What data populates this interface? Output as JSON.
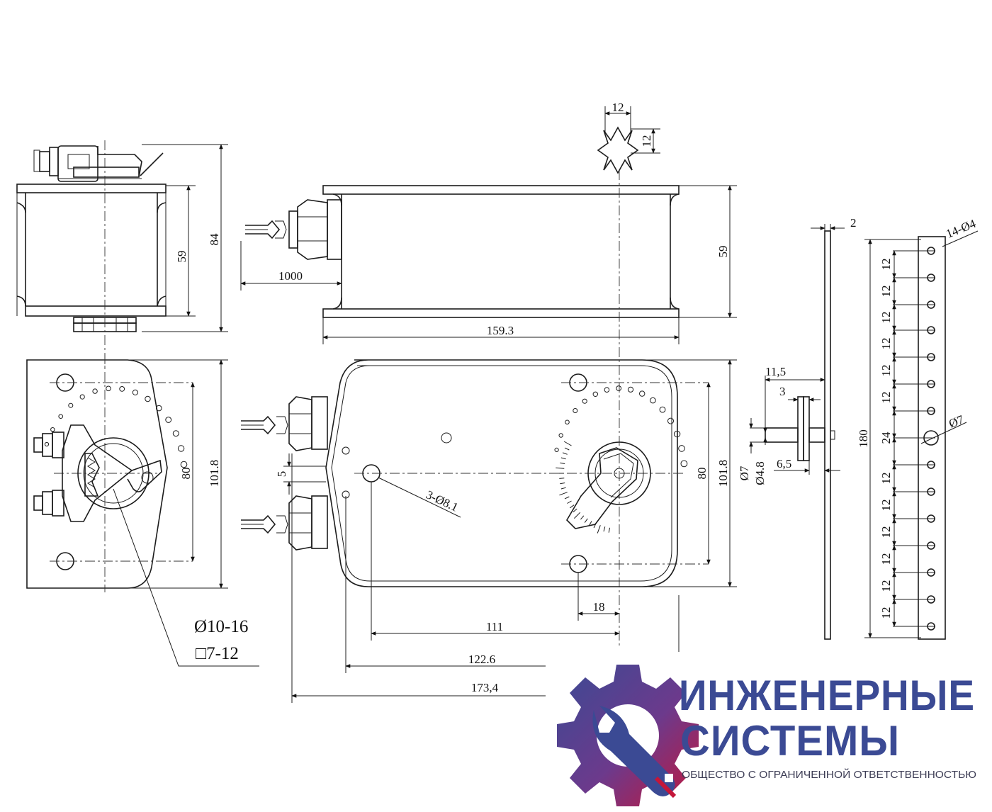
{
  "dimensions": {
    "side_height_59": "59",
    "side_height_84": "84",
    "side_height_80": "80",
    "side_height_101": "101.8",
    "shaft_symbol_1": "Ø10-16",
    "shaft_symbol_2": "□7-12",
    "star_width": "12",
    "star_height": "12",
    "cable_length": "1000",
    "top_height_59": "59",
    "top_length": "159.3",
    "front_hole_5": "5",
    "front_holes": "3-Ø8.1",
    "front_80": "80",
    "front_101": "101.8",
    "front_18": "18",
    "front_111": "111",
    "front_122": "122.6",
    "front_173": "173,4",
    "bracket_thickness": "2",
    "bracket_11_5": "11,5",
    "bracket_3": "3",
    "bracket_d7": "Ø7",
    "bracket_d4_8": "Ø4.8",
    "bracket_6_5": "6,5",
    "strip_holes": "14-Ø4",
    "strip_length": "180",
    "strip_pitch": "12",
    "strip_mid": "24",
    "strip_hole_d7": "Ø7"
  },
  "logo": {
    "line1": "ИНЖЕНЕРНЫЕ",
    "line2": "СИСТЕМЫ",
    "subtitle": "ОБЩЕСТВО С ОГРАНИЧЕННОЙ ОТВЕТСТВЕННОСТЬЮ",
    "colors": {
      "blue": "#3b4a94",
      "red": "#c4163a",
      "purple": "#6c3a8c"
    }
  }
}
